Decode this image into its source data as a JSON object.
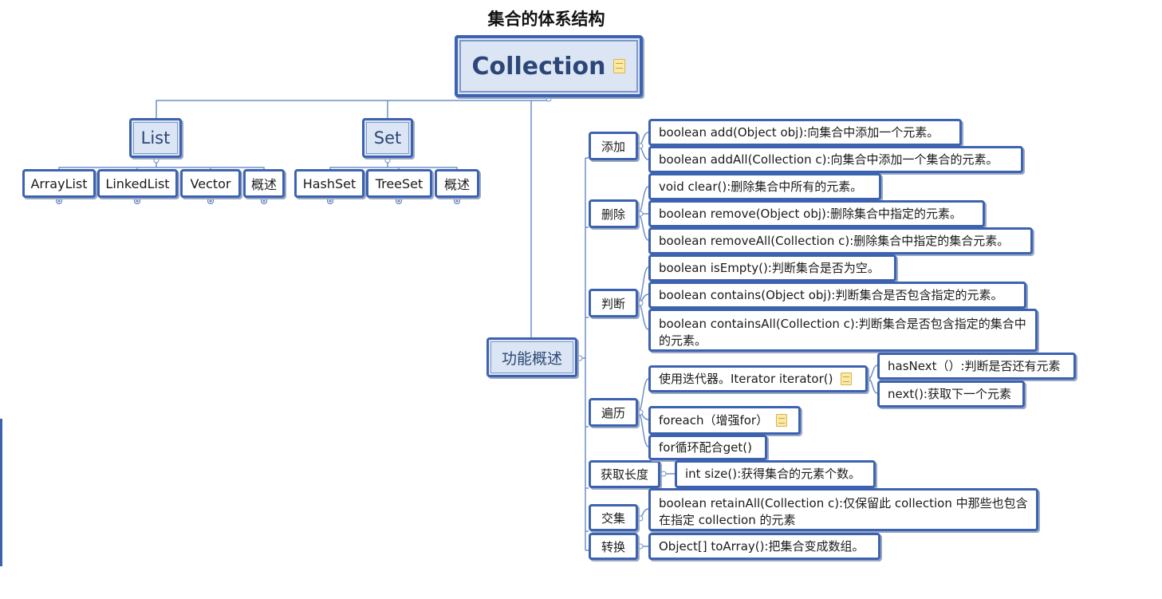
{
  "title": "集合的体系结构",
  "root": "Collection",
  "branches": {
    "list": {
      "label": "List",
      "children": [
        "ArrayList",
        "LinkedList",
        "Vector",
        "概述"
      ]
    },
    "set": {
      "label": "Set",
      "children": [
        "HashSet",
        "TreeSet",
        "概述"
      ]
    }
  },
  "overview": "功能概述",
  "categories": [
    "添加",
    "删除",
    "判断",
    "遍历",
    "获取长度",
    "交集",
    "转换"
  ],
  "methods": {
    "add": "boolean add(Object obj):向集合中添加一个元素。",
    "addAll": "boolean addAll(Collection c):向集合中添加一个集合的元素。",
    "clear": "void clear():删除集合中所有的元素。",
    "remove": "boolean remove(Object obj):删除集合中指定的元素。",
    "removeAll": "boolean removeAll(Collection c):删除集合中指定的集合元素。",
    "isEmpty": "boolean isEmpty():判断集合是否为空。",
    "contains": "boolean contains(Object obj):判断集合是否包含指定的元素。",
    "containsAll": "boolean containsAll(Collection c):判断集合是否包含指定的集合中的元素。",
    "iterator": "使用迭代器。Iterator iterator()",
    "hasNext": "hasNext（）:判断是否还有元素",
    "next": "next():获取下一个元素",
    "foreach": "foreach（增强for）",
    "forget": "for循环配合get()",
    "size": "int size():获得集合的元素个数。",
    "retainAll": "boolean retainAll(Collection c):仅保留此 collection 中那些也包含在指定 collection 的元素",
    "toArray": "Object[] toArray():把集合变成数组。"
  },
  "colors": {
    "border": "#3d63b0",
    "fill": "#dce5f4",
    "line": "#6f90c8"
  }
}
